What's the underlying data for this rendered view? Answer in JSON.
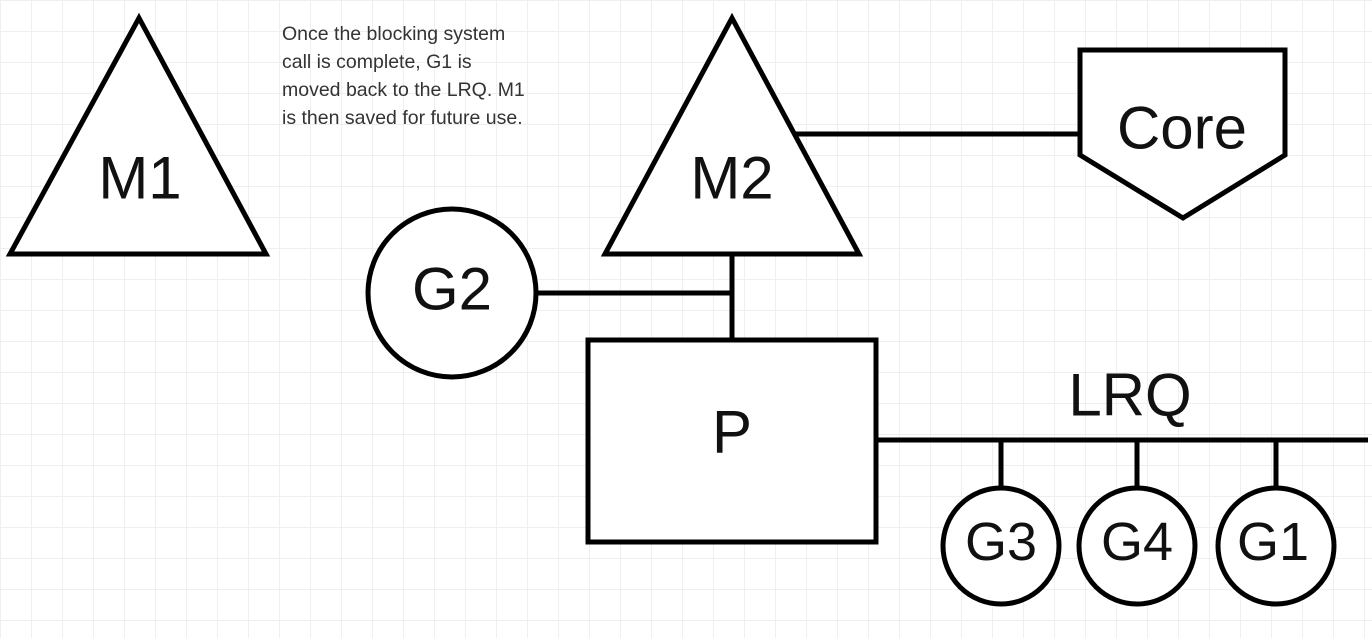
{
  "note": {
    "lines": [
      "Once the blocking system",
      "call is complete, G1 is",
      "moved back to the LRQ. M1",
      "is then saved for future use."
    ]
  },
  "nodes": {
    "m1": "M1",
    "m2": "M2",
    "core": "Core",
    "g2": "G2",
    "p": "P",
    "lrq": "LRQ",
    "g3": "G3",
    "g4": "G4",
    "g1": "G1"
  }
}
